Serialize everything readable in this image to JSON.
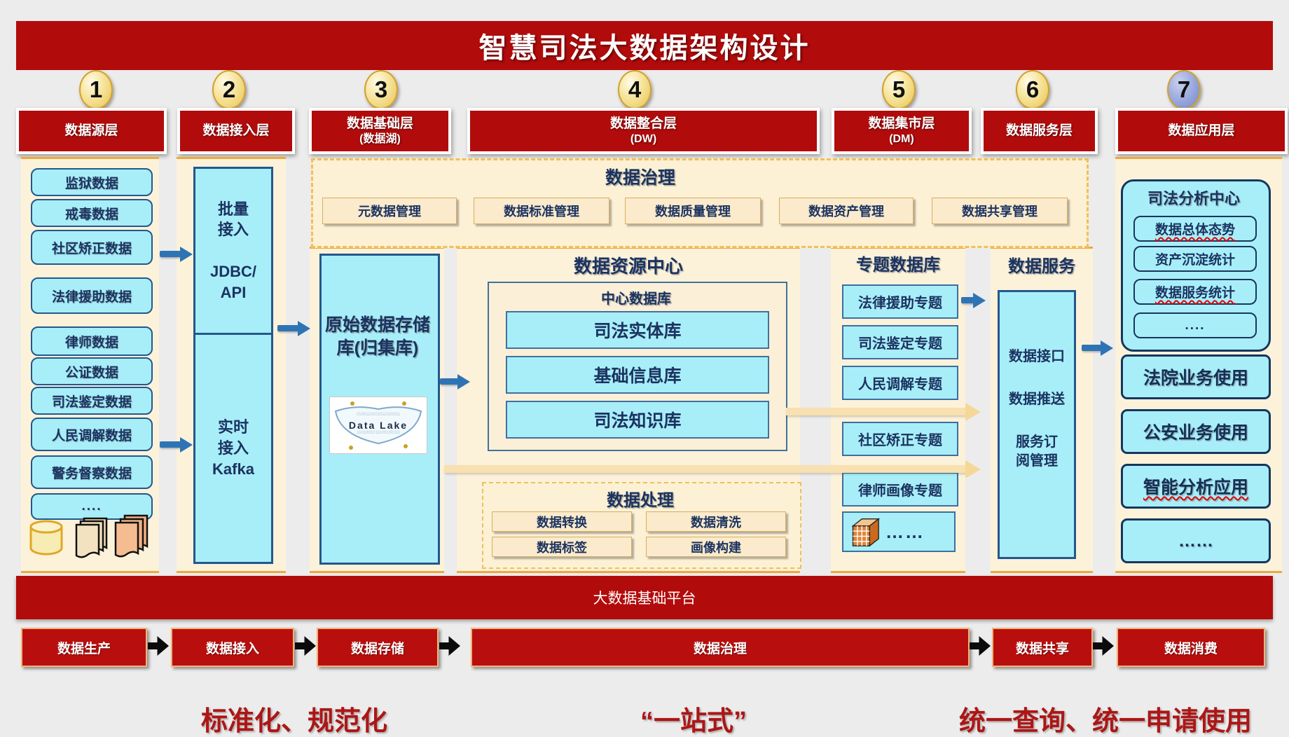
{
  "title": "智慧司法大数据架构设计",
  "circles": [
    "1",
    "2",
    "3",
    "4",
    "5",
    "6",
    "7"
  ],
  "layers": [
    {
      "label": "数据源层",
      "sub": ""
    },
    {
      "label": "数据接入层",
      "sub": ""
    },
    {
      "label": "数据基础层",
      "sub": "(数据湖)"
    },
    {
      "label": "数据整合层",
      "sub": "(DW)"
    },
    {
      "label": "数据集市层",
      "sub": "(DM)"
    },
    {
      "label": "数据服务层",
      "sub": ""
    },
    {
      "label": "数据应用层",
      "sub": ""
    }
  ],
  "sources": {
    "items": [
      "监狱数据",
      "戒毒数据",
      "社区矫正数据",
      "法律援助数据",
      "律师数据",
      "公证数据",
      "司法鉴定数据",
      "人民调解数据",
      "警务督察数据",
      "...."
    ]
  },
  "ingestion": {
    "batch": "批量\n接入\n\nJDBC/\nAPI",
    "realtime": "实时\n接入\nKafka"
  },
  "foundation": {
    "storage_label": "原始数据存储库(归集库)",
    "datalake_label": "Data Lake"
  },
  "governance": {
    "title": "数据治理",
    "buttons": [
      "元数据管理",
      "数据标准管理",
      "数据质量管理",
      "数据资产管理",
      "数据共享管理"
    ]
  },
  "resource_center": {
    "title": "数据资源中心",
    "db_title": "中心数据库",
    "databases": [
      "司法实体库",
      "基础信息库",
      "司法知识库"
    ]
  },
  "processing": {
    "title": "数据处理",
    "buttons": [
      "数据转换",
      "数据清洗",
      "数据标签",
      "画像构建"
    ]
  },
  "marts": {
    "title": "专题数据库",
    "topics": [
      "法律援助专题",
      "司法鉴定专题",
      "人民调解专题",
      "社区矫正专题",
      "律师画像专题"
    ],
    "more": "……"
  },
  "services": {
    "title": "数据服务",
    "items": [
      "数据接口",
      "数据推送",
      "服务订\n阅管理"
    ]
  },
  "applications": {
    "analysis": {
      "title": "司法分析中心",
      "items": [
        "数据总体态势",
        "资产沉淀统计",
        "数据服务统计",
        "...."
      ]
    },
    "apps": [
      "法院业务使用",
      "公安业务使用",
      "智能分析应用",
      "……"
    ]
  },
  "platform": {
    "label": "大数据基础平台"
  },
  "flow": {
    "steps": [
      "数据生产",
      "数据接入",
      "数据存储",
      "数据治理",
      "数据共享",
      "数据消费"
    ]
  },
  "captions": [
    "标准化、规范化",
    "“一站式”",
    "统一查询、统一申请使用"
  ],
  "colors": {
    "primary_red": "#B20B0B",
    "panel_cream": "#FCF2DA",
    "box_cyan": "#A8EEF9",
    "navy_text": "#1B3360",
    "blue_arrow": "#2E74B5",
    "tan_arrow": "#F8E0B0",
    "gold_circle": "#E9C254"
  }
}
